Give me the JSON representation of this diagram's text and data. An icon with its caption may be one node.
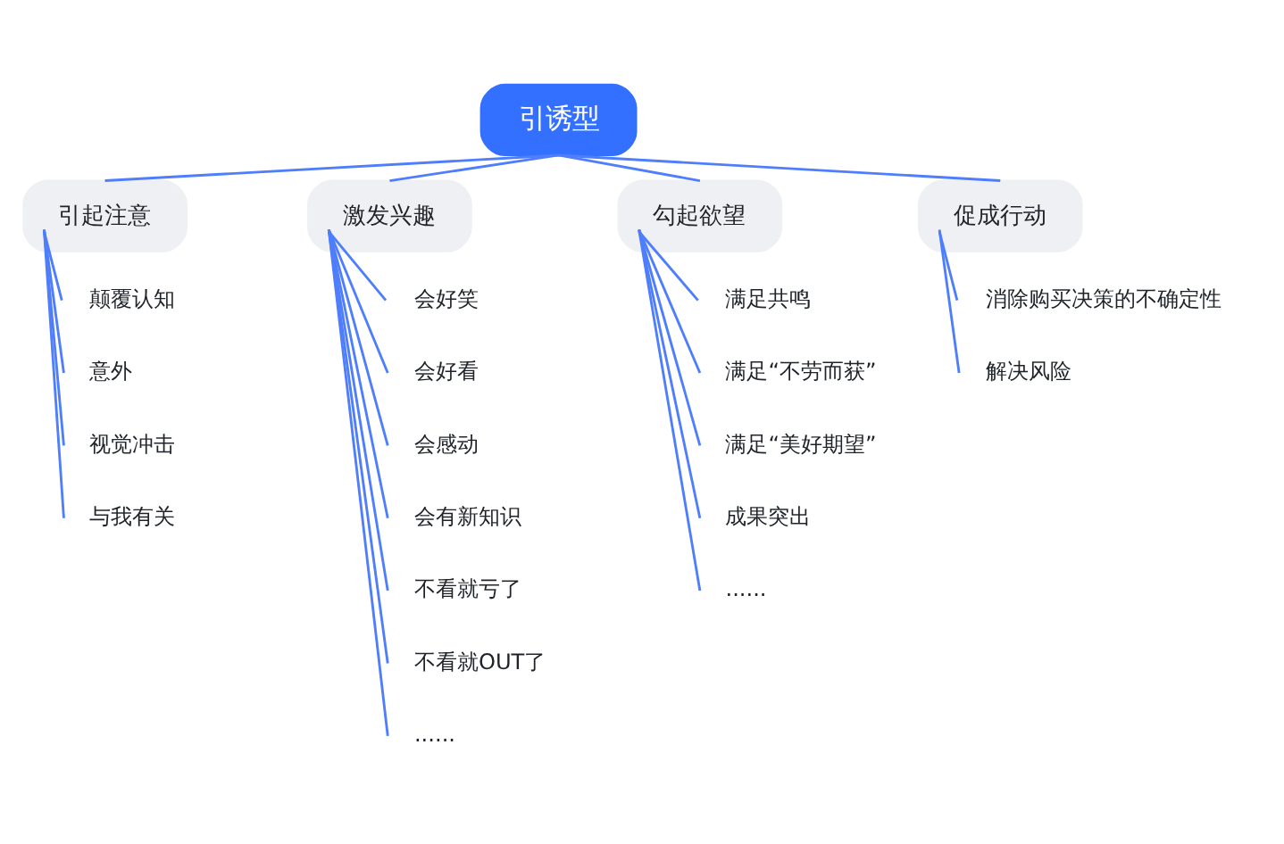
{
  "diagram": {
    "nodes": [
      {
        "text": [
          "引诱型"
        ]
      },
      {
        "text": [
          "引起注意"
        ]
      },
      {
        "text": [
          "颠覆认知"
        ]
      },
      {
        "text": [
          "意外"
        ]
      },
      {
        "text": [
          "视觉冲击"
        ]
      },
      {
        "text": [
          "与我有关"
        ]
      },
      {
        "text": [
          "激发兴趣"
        ]
      },
      {
        "text": [
          "会好笑"
        ]
      },
      {
        "text": [
          "会好看"
        ]
      },
      {
        "text": [
          "会感动"
        ]
      },
      {
        "text": [
          "会有新知识"
        ]
      },
      {
        "text": [
          "不看就亏了"
        ]
      },
      {
        "text": [
          "不看就OUT了"
        ]
      },
      {
        "text": [
          "......"
        ]
      },
      {
        "text": [
          "勾起欲望"
        ]
      },
      {
        "text": [
          "满足共鸣"
        ]
      },
      {
        "text": [
          "满足“不劳而获”"
        ]
      },
      {
        "text": [
          "满足“美好期望”"
        ]
      },
      {
        "text": [
          "成果突出"
        ]
      },
      {
        "text": [
          "......"
        ]
      },
      {
        "text": [
          "促成行动"
        ]
      },
      {
        "text": [
          "消除购买决策的不确定性"
        ]
      },
      {
        "text": [
          "解决风险"
        ]
      }
    ],
    "edges": [
      {
        "from": 0,
        "to": 1,
        "arrow": "none"
      },
      {
        "from": 0,
        "to": 6,
        "arrow": "none"
      },
      {
        "from": 0,
        "to": 14,
        "arrow": "none"
      },
      {
        "from": 0,
        "to": 20,
        "arrow": "none"
      },
      {
        "from": 1,
        "to": 2,
        "arrow": "none"
      },
      {
        "from": 1,
        "to": 3,
        "arrow": "none"
      },
      {
        "from": 1,
        "to": 4,
        "arrow": "none"
      },
      {
        "from": 1,
        "to": 5,
        "arrow": "none"
      },
      {
        "from": 6,
        "to": 7,
        "arrow": "none"
      },
      {
        "from": 6,
        "to": 8,
        "arrow": "none"
      },
      {
        "from": 6,
        "to": 9,
        "arrow": "none"
      },
      {
        "from": 6,
        "to": 10,
        "arrow": "none"
      },
      {
        "from": 6,
        "to": 11,
        "arrow": "none"
      },
      {
        "from": 6,
        "to": 12,
        "arrow": "none"
      },
      {
        "from": 6,
        "to": 13,
        "arrow": "none"
      },
      {
        "from": 14,
        "to": 15,
        "arrow": "none"
      },
      {
        "from": 14,
        "to": 16,
        "arrow": "none"
      },
      {
        "from": 14,
        "to": 17,
        "arrow": "none"
      },
      {
        "from": 14,
        "to": 18,
        "arrow": "none"
      },
      {
        "from": 14,
        "to": 19,
        "arrow": "none"
      },
      {
        "from": 20,
        "to": 21,
        "arrow": "none"
      },
      {
        "from": 20,
        "to": 22,
        "arrow": "none"
      }
    ]
  }
}
